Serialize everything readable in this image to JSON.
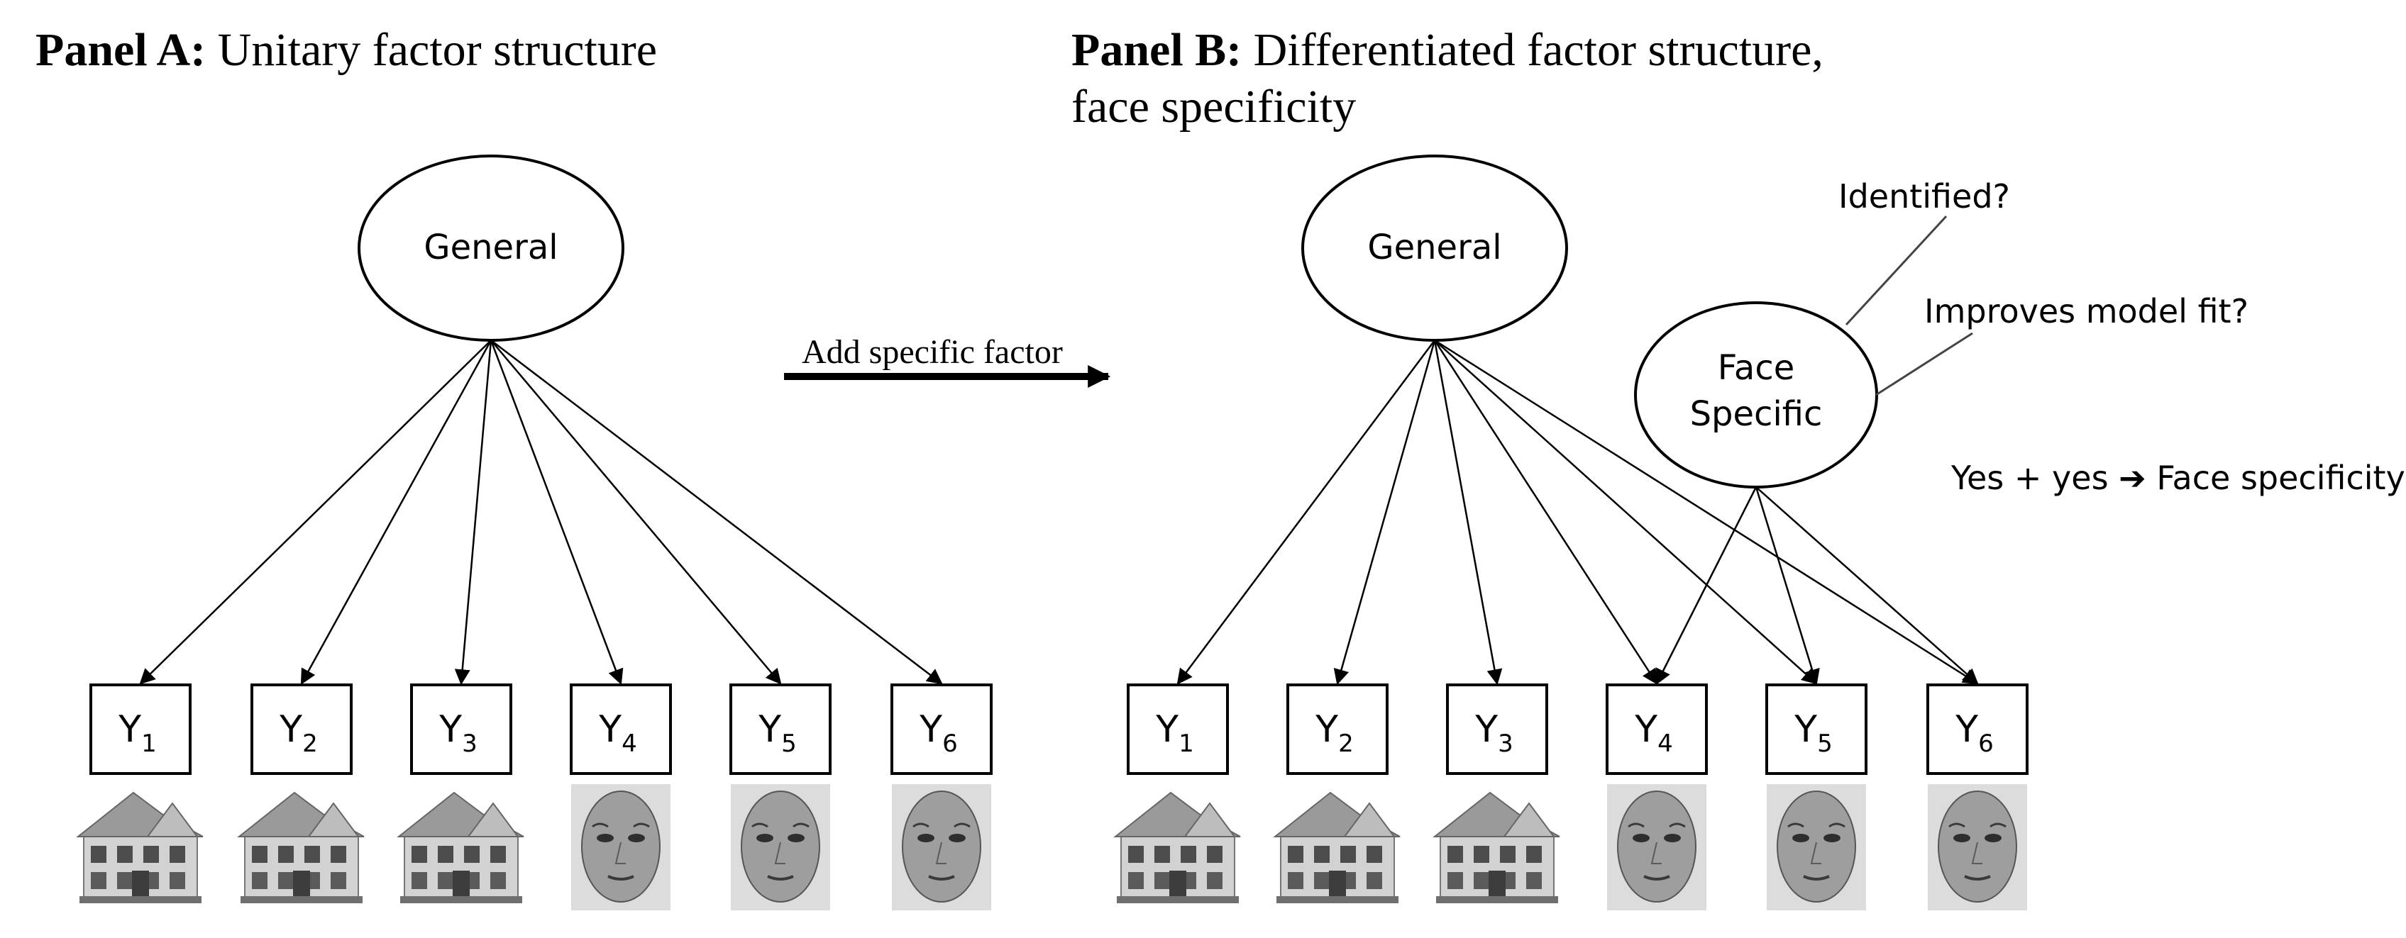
{
  "panel_a": {
    "label_bold": "Panel A:",
    "label_rest": " Unitary factor structure",
    "general_label": "General",
    "indicators": [
      {
        "letter": "Y",
        "sub": "1",
        "image": "house-icon"
      },
      {
        "letter": "Y",
        "sub": "2",
        "image": "house-icon"
      },
      {
        "letter": "Y",
        "sub": "3",
        "image": "house-icon"
      },
      {
        "letter": "Y",
        "sub": "4",
        "image": "face-icon"
      },
      {
        "letter": "Y",
        "sub": "5",
        "image": "face-icon"
      },
      {
        "letter": "Y",
        "sub": "6",
        "image": "face-icon"
      }
    ]
  },
  "transition": {
    "label": "Add specific factor"
  },
  "panel_b": {
    "label_bold": "Panel B:",
    "label_rest_line1": " Differentiated factor structure,",
    "label_line2": "face specificity",
    "general_label": "General",
    "specific_label_line1": "Face",
    "specific_label_line2": "Specific",
    "question_identified": "Identified?",
    "question_fit": "Improves model fit?",
    "conclusion_left": "Yes + yes ",
    "conclusion_arrow": "➔",
    "conclusion_right": " Face specificity",
    "indicators": [
      {
        "letter": "Y",
        "sub": "1",
        "image": "house-icon"
      },
      {
        "letter": "Y",
        "sub": "2",
        "image": "house-icon"
      },
      {
        "letter": "Y",
        "sub": "3",
        "image": "house-icon"
      },
      {
        "letter": "Y",
        "sub": "4",
        "image": "face-icon"
      },
      {
        "letter": "Y",
        "sub": "5",
        "image": "face-icon"
      },
      {
        "letter": "Y",
        "sub": "6",
        "image": "face-icon"
      }
    ]
  }
}
